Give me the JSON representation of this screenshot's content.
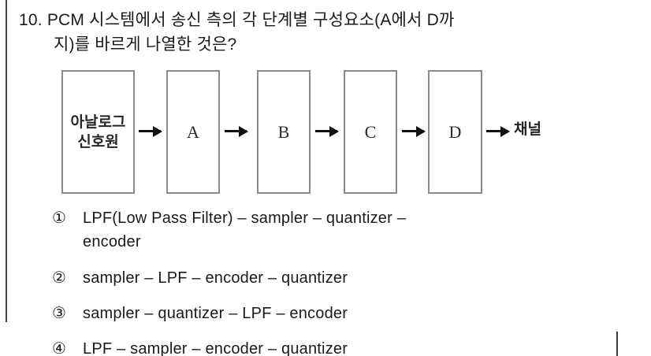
{
  "question": {
    "number": "10.",
    "line1": "10.  PCM 시스템에서 송신 측의 각 단계별 구성요소(A에서 D까",
    "line2": "지)를 바르게 나열한 것은?"
  },
  "diagram": {
    "type": "block-flow",
    "source_box": {
      "line1": "아날로그",
      "line2": "신호원"
    },
    "stage_boxes": [
      {
        "label": "A"
      },
      {
        "label": "B"
      },
      {
        "label": "C"
      },
      {
        "label": "D"
      }
    ],
    "output_label": "채널",
    "arrow_count": 5,
    "border_color": "#8a8a8a",
    "arrow_color": "#111111"
  },
  "options": [
    {
      "marker": "①",
      "text": "LPF(Low Pass Filter) – sampler – quantizer –",
      "continuation": "encoder"
    },
    {
      "marker": "②",
      "text": "sampler – LPF – encoder – quantizer",
      "continuation": ""
    },
    {
      "marker": "③",
      "text": "sampler – quantizer – LPF – encoder",
      "continuation": ""
    },
    {
      "marker": "④",
      "text": "LPF – sampler – encoder – quantizer",
      "continuation": ""
    }
  ]
}
